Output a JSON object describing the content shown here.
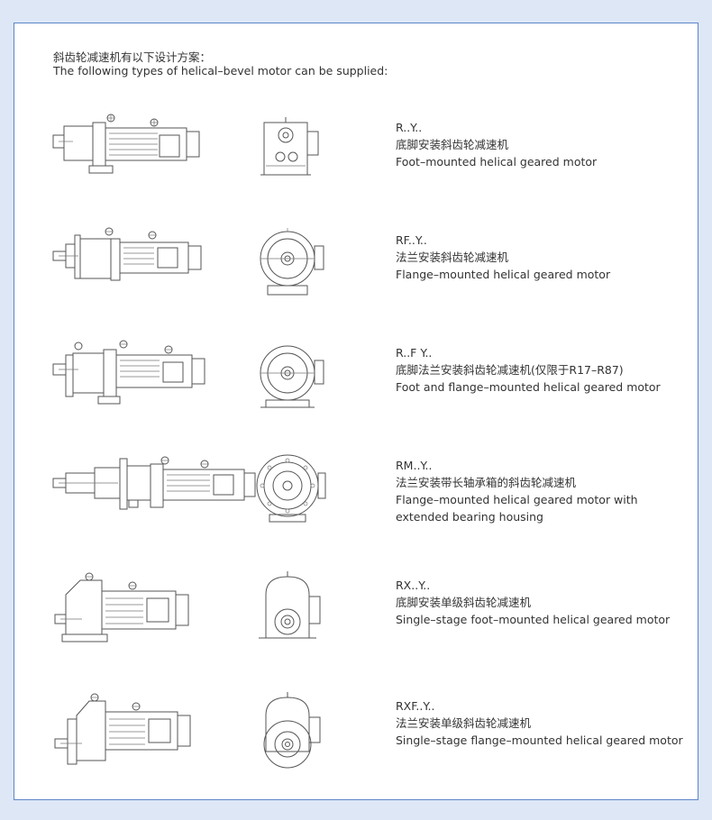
{
  "intro": {
    "cn": "斜齿轮减速机有以下设计方案：",
    "en": "The following types of helical–bevel motor can be supplied:"
  },
  "types": [
    {
      "code": "R..Y..",
      "cn": "底脚安装斜齿轮减速机",
      "en": "Foot–mounted helical geared motor"
    },
    {
      "code": "RF..Y..",
      "cn": "法兰安装斜齿轮减速机",
      "en": "Flange–mounted helical geared motor"
    },
    {
      "code": "R..F Y..",
      "cn": "底脚法兰安装斜齿轮减速机(仅限于R17–R87)",
      "en": "Foot and flange–mounted helical geared motor"
    },
    {
      "code": "RM..Y..",
      "cn": "法兰安装带长轴承箱的斜齿轮减速机",
      "en": "Flange–mounted helical geared motor with extended bearing housing"
    },
    {
      "code": "RX..Y..",
      "cn": "底脚安装单级斜齿轮减速机",
      "en": "Single–stage foot–mounted helical geared motor"
    },
    {
      "code": "RXF..Y..",
      "cn": "法兰安装单级斜齿轮减速机",
      "en": "Single–stage flange–mounted helical geared motor"
    }
  ]
}
